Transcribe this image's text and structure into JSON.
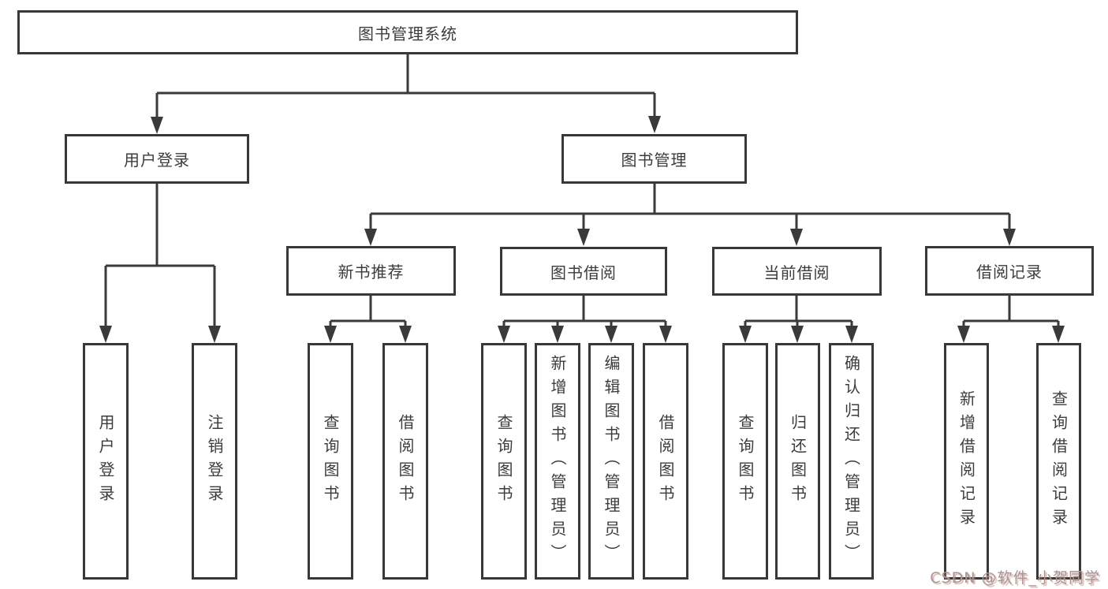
{
  "diagram_title": "图书管理系统",
  "nodes": {
    "root": "图书管理系统",
    "user_login": "用户登录",
    "book_management": "图书管理",
    "new_book_recommend": "新书推荐",
    "book_borrow": "图书借阅",
    "current_borrow": "当前借阅",
    "borrow_record": "借阅记录"
  },
  "leaves": {
    "user_login": [
      "用户登录",
      "注销登录"
    ],
    "new_book_recommend": [
      "查询图书",
      "借阅图书"
    ],
    "book_borrow": [
      "查询图书",
      "新增图书（管理员）",
      "编辑图书（管理员）",
      "借阅图书"
    ],
    "current_borrow": [
      "查询图书",
      "归还图书",
      "确认归还（管理员）"
    ],
    "borrow_record": [
      "新增借阅记录",
      "查询借阅记录"
    ]
  },
  "watermark": "CSDN @软件_小贺同学",
  "colors": {
    "line": "#3a3a3a",
    "border": "#383838",
    "text": "#3c3c3c",
    "background": "#ffffff",
    "watermark_gray": "#9b9b9b",
    "watermark_red": "#d66a5e"
  }
}
